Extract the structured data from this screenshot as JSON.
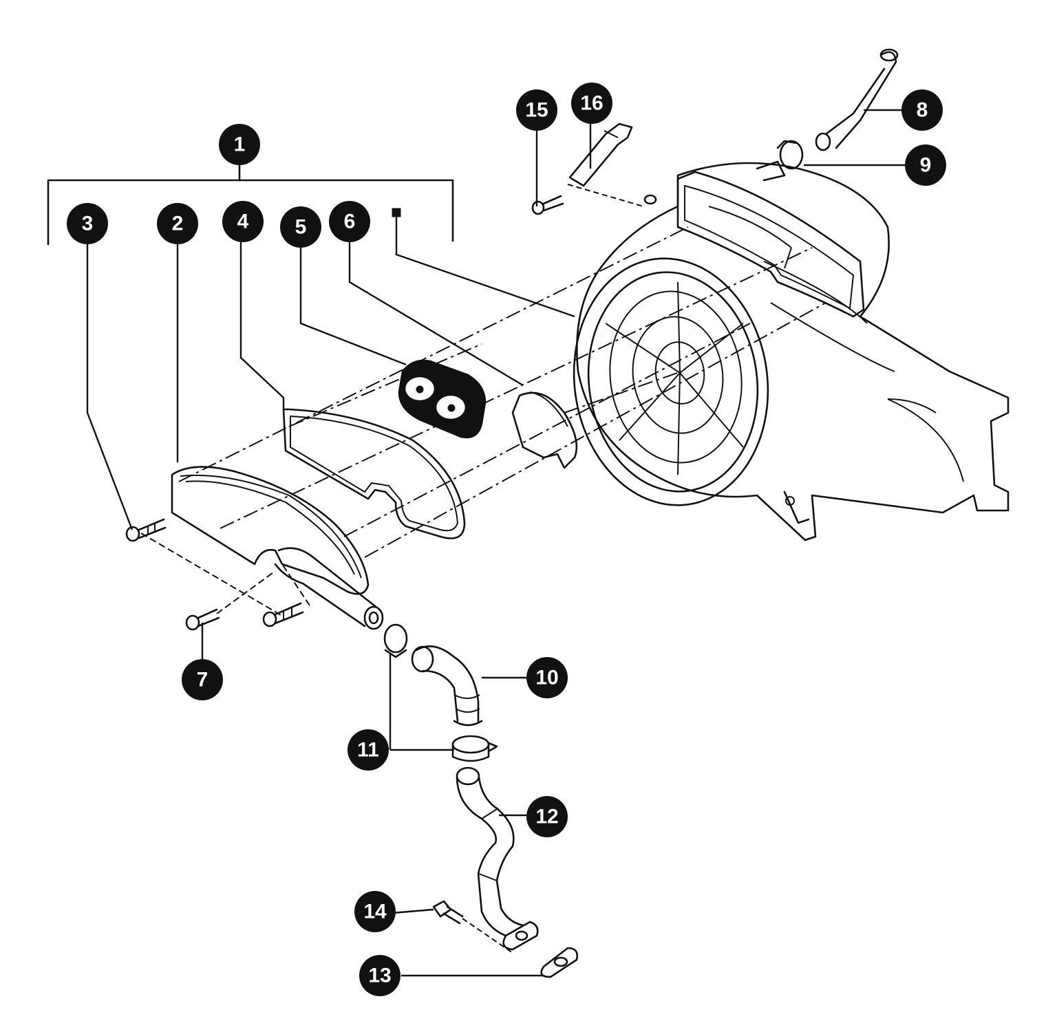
{
  "callouts": [
    {
      "id": "1"
    },
    {
      "id": "2"
    },
    {
      "id": "3"
    },
    {
      "id": "4"
    },
    {
      "id": "5"
    },
    {
      "id": "6"
    },
    {
      "id": "7"
    },
    {
      "id": "8"
    },
    {
      "id": "9"
    },
    {
      "id": "10"
    },
    {
      "id": "11"
    },
    {
      "id": "12"
    },
    {
      "id": "13"
    },
    {
      "id": "14"
    },
    {
      "id": "15"
    },
    {
      "id": "16"
    }
  ],
  "colors": {
    "ink": "#111111",
    "paper": "#ffffff"
  }
}
